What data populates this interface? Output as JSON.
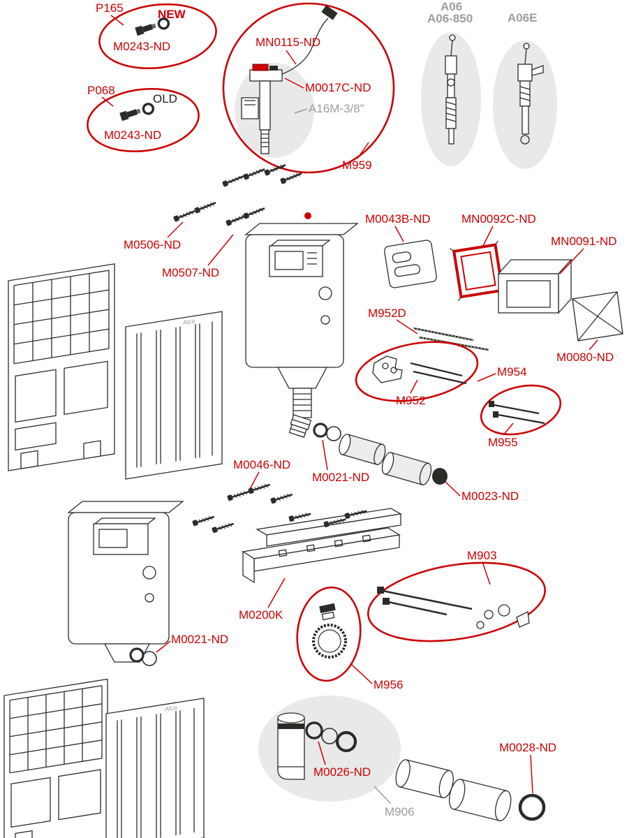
{
  "diagram": {
    "brand": "Alca",
    "colors": {
      "label_red": "#cc0001",
      "label_gray": "#9d9d9c",
      "line_ink": "#2b2b28"
    },
    "labels": {
      "p165": "P165",
      "new_tag": "NEW",
      "m0243_new": "M0243-ND",
      "p068": "P068",
      "old_tag": "OLD",
      "m0243_old": "M0243-ND",
      "mn0115": "MN0115-ND",
      "m0017c": "M0017C-ND",
      "a16m": "A16M-3/8\"",
      "m959": "M959",
      "a06": "A06",
      "a06_850": "A06-850",
      "a06e": "A06E",
      "m0506": "M0506-ND",
      "m0507": "M0507-ND",
      "m0043b": "M0043B-ND",
      "mn0092c": "MN0092C-ND",
      "mn0091": "MN0091-ND",
      "m0080": "M0080-ND",
      "m952d": "M952D",
      "m952": "M952",
      "m954": "M954",
      "m955": "M955",
      "m0046": "M0046-ND",
      "m0021_upper": "M0021-ND",
      "m0023": "M0023-ND",
      "m0200k": "M0200K",
      "m0021_lower": "M0021-ND",
      "m903": "M903",
      "m956": "M956",
      "m0026": "M0026-ND",
      "m906": "M906",
      "m0028": "M0028-ND"
    }
  }
}
